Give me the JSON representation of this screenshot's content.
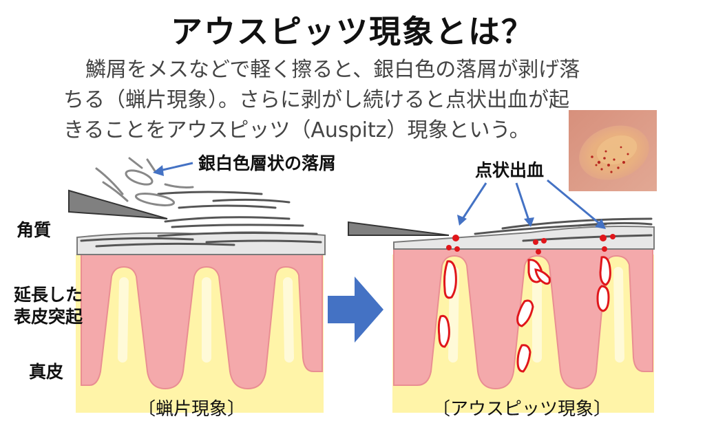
{
  "title": "アウスピッツ現象とは？",
  "description": [
    "鱗屑をメスなどで軽く擦ると、銀白色の落屑が剥げ落",
    "ちる（蝋片現象）。さらに剥がし続けると点状出血が起",
    "きることをアウスピッツ（Auspitz）現象という。"
  ],
  "labels": {
    "scale": "銀白色層状の落屑",
    "bleeding": "点状出血",
    "stratum_corneum": "角質",
    "papillae_line1": "延長した",
    "papillae_line2": "表皮突起",
    "dermis": "真皮"
  },
  "captions": {
    "left": "〔蝋片現象〕",
    "right": "〔アウスピッツ現象〕"
  },
  "colors": {
    "epidermis": "#f4a9ab",
    "dermis": "#fff4a8",
    "arrow": "#4472c4",
    "blood": "#e0161b",
    "scale": "#6a6a6a"
  },
  "icons": {
    "transition_arrow": "right-arrow-icon",
    "photo": "skin-lesion-photo"
  }
}
